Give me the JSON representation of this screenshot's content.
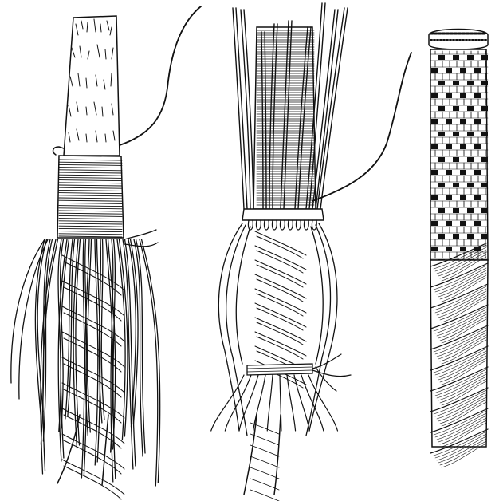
{
  "figure": {
    "panels": [
      {
        "id": "left",
        "subject": "rope-end-whipped-with-loose-fringe"
      },
      {
        "id": "middle",
        "subject": "rope-end-strands-tucked-and-seized"
      },
      {
        "id": "right",
        "subject": "rope-end-pointed-woven-cover"
      }
    ],
    "colors": {
      "ink": "#111111",
      "paper": "#ffffff"
    }
  }
}
